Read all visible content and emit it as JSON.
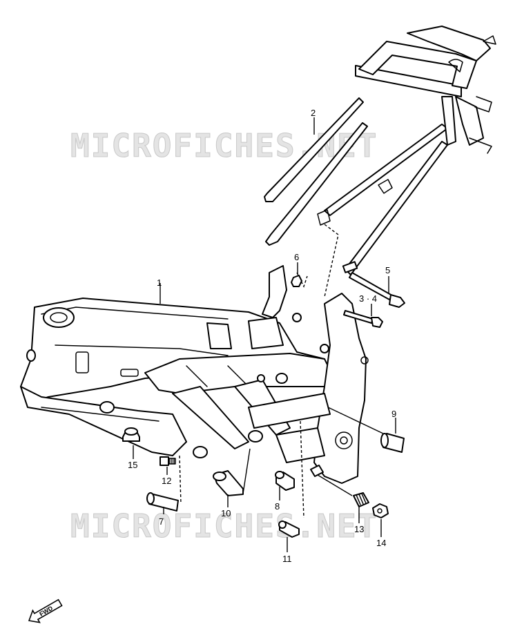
{
  "watermark": {
    "top": "MICROFICHES.NET",
    "bottom": "MICROFICHES.NET"
  },
  "callouts": {
    "p1": "1",
    "p2": "2",
    "p34": "3 · 4",
    "p5": "5",
    "p6": "6",
    "p7": "7",
    "p8": "8",
    "p9": "9",
    "p10": "10",
    "p11": "11",
    "p12": "12",
    "p13": "13",
    "p14": "14",
    "p15": "15"
  },
  "fwd_label": "FWD"
}
